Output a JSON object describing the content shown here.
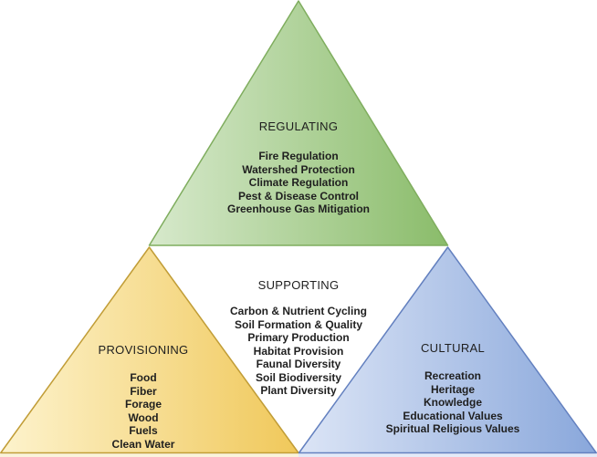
{
  "sections": {
    "regulating": {
      "label": "REGULATING",
      "items": [
        "Fire Regulation",
        "Watershed Protection",
        "Climate Regulation",
        "Pest & Disease Control",
        "Greenhouse Gas Mitigation"
      ],
      "gradient": {
        "light": "#d7e9cc",
        "dark": "#8abc6a"
      },
      "stroke": "#7fad5e"
    },
    "provisioning": {
      "label": "PROVISIONING",
      "items": [
        "Food",
        "Fiber",
        "Forage",
        "Wood",
        "Fuels",
        "Clean Water"
      ],
      "gradient": {
        "light": "#fdf3cd",
        "dark": "#f0c85a"
      },
      "stroke": "#c19d37"
    },
    "supporting": {
      "label": "SUPPORTING",
      "items": [
        "Carbon & Nutrient Cycling",
        "Soil Formation & Quality",
        "Primary Production",
        "Habitat Provision",
        "Faunal Diversity",
        "Soil Biodiversity",
        "Plant Diversity"
      ],
      "fill": "#ffffff"
    },
    "cultural": {
      "label": "CULTURAL",
      "items": [
        "Recreation",
        "Heritage",
        "Knowledge",
        "Educational Values",
        "Spiritual Religious Values"
      ],
      "gradient": {
        "light": "#dce5f6",
        "dark": "#89a7db"
      },
      "stroke": "#6380bf"
    }
  },
  "base_reflection": {
    "left": "#faf3dc",
    "right": "#e4eaf8"
  },
  "text_color": "#1f1f1f",
  "background": "#ffffff"
}
